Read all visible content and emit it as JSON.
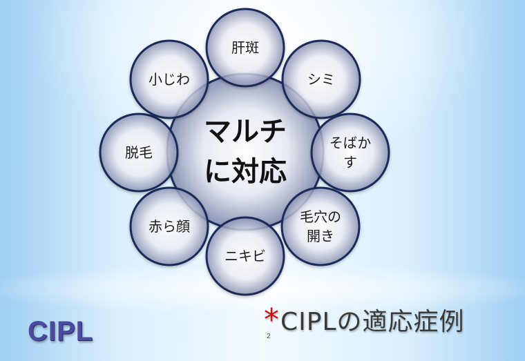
{
  "diagram": {
    "center": {
      "label": "マルチ\nに対応"
    },
    "nodes": [
      {
        "label": "肝斑"
      },
      {
        "label": "シミ"
      },
      {
        "label": "そばか\nす"
      },
      {
        "label": "毛穴の\n開き"
      },
      {
        "label": "ニキビ"
      },
      {
        "label": "赤ら顔"
      },
      {
        "label": "脱毛"
      },
      {
        "label": "小じわ"
      }
    ]
  },
  "footer": {
    "asterisk": "*",
    "title": "CIPLの適応症例",
    "page_number": "2"
  },
  "logo": {
    "text": "CIPL"
  },
  "colors": {
    "circle_stroke": "#1e2a5a",
    "circle_fill_edge": "#8f98b8",
    "circle_fill_center": "#ffffff",
    "asterisk": "#c0131a",
    "logo": "#4b4a9e"
  }
}
